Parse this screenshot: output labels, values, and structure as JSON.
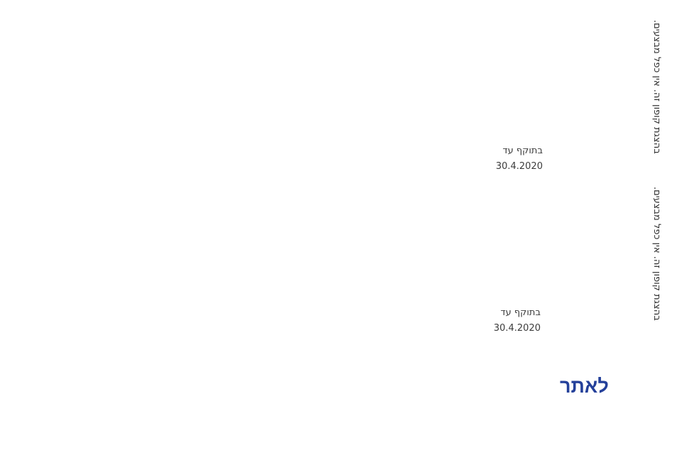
{
  "coupons": [
    {
      "validity_label": "בתוקף עד",
      "validity_date": "30.4.2020",
      "disclaimer": "בהצגת קופון זה. אין כפל מבצעים."
    },
    {
      "validity_label": "בתוקף עד",
      "validity_date": "30.4.2020",
      "disclaimer": "בהצגת קופון זה. אין כפל מבצעים."
    }
  ],
  "site_link": {
    "label": "לאתר",
    "color": "#24409a"
  }
}
